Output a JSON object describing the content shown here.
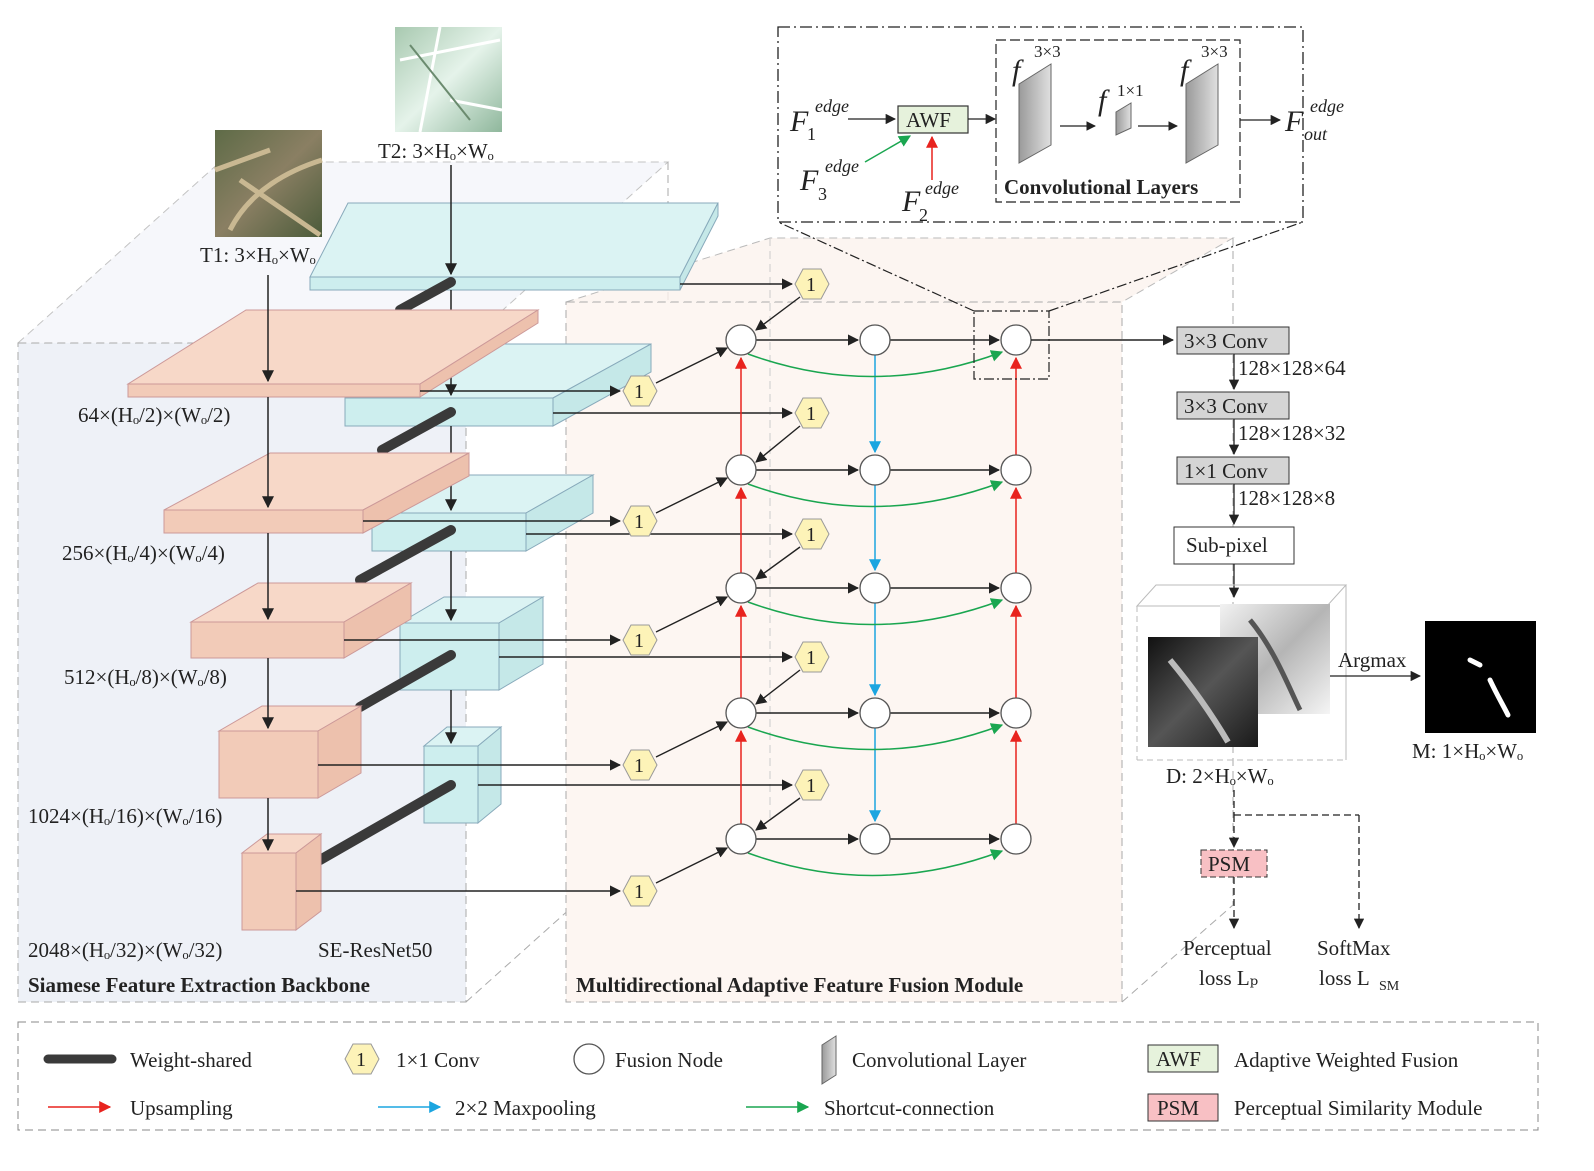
{
  "inputs": {
    "t2_label": "T2: 3×Hₒ×Wₒ",
    "t1_label": "T1: 3×Hₒ×Wₒ"
  },
  "backbone": {
    "title": "Siamese Feature Extraction Backbone",
    "name": "SE-ResNet50",
    "stage_labels": [
      "64×(Hₒ/2)×(Wₒ/2)",
      "256×(Hₒ/4)×(Wₒ/4)",
      "512×(Hₒ/8)×(Wₒ/8)",
      "1024×(Hₒ/16)×(Wₒ/16)",
      "2048×(Hₒ/32)×(Wₒ/32)"
    ]
  },
  "fusion_module": {
    "title": "Multidirectional Adaptive Feature Fusion Module",
    "conv_badge": "1"
  },
  "awf_detail": {
    "f1": "F",
    "f1_sup": "edge",
    "f1_sub": "1",
    "f2": "F",
    "f2_sup": "edge",
    "f2_sub": "2",
    "f3": "F",
    "f3_sup": "edge",
    "f3_sub": "3",
    "fout": "F",
    "fout_sup": "edge",
    "fout_sub": "out",
    "awf": "AWF",
    "conv_f": "f",
    "k3": "3×3",
    "k1": "1×1",
    "conv_layers_title": "Convolutional Layers"
  },
  "head": {
    "conv1": "3×3 Conv",
    "dim1": "128×128×64",
    "conv2": "3×3 Conv",
    "dim2": "128×128×32",
    "conv3": "1×1 Conv",
    "dim3": "128×128×8",
    "subpixel": "Sub-pixel",
    "argmax": "Argmax",
    "d_label": "D:  2×Hₒ×Wₒ",
    "m_label": "M:  1×Hₒ×Wₒ",
    "psm": "PSM",
    "perceptual_line1": "Perceptual",
    "perceptual_line2": "loss Lₚ",
    "softmax_line1": "SoftMax",
    "softmax_line2": "loss L",
    "softmax_sub": "SM"
  },
  "legend": {
    "weight_shared": "Weight-shared",
    "conv1x1_badge": "1",
    "conv1x1": "1×1 Conv",
    "fusion_node": "Fusion Node",
    "conv_layer": "Convolutional Layer",
    "awf_box": "AWF",
    "awf": "Adaptive Weighted Fusion",
    "upsampling": "Upsampling",
    "maxpool": "2×2 Maxpooling",
    "shortcut": "Shortcut-connection",
    "psm_box": "PSM",
    "psm": "Perceptual Similarity Module"
  },
  "colors": {
    "backbone_bg": "#eef1f7",
    "fusion_bg": "#fdf6f2",
    "t1_block": "#f7d8c8",
    "t2_block": "#dbf3f3",
    "upsample": "#e8231e",
    "maxpool": "#1ba5e0",
    "shortcut": "#1aa650",
    "badge": "#fdf3b8",
    "awf_box": "#e6f2dc",
    "psm_box": "#f8c0c4",
    "conv_box": "#d5d5d5"
  }
}
